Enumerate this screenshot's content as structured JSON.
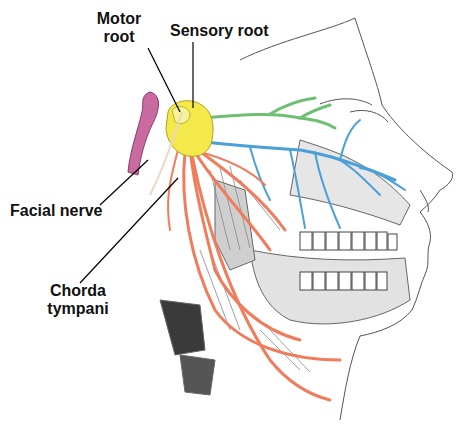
{
  "diagram": {
    "labels": [
      "Motor root",
      "Sensory root",
      "Facial nerve",
      "Chorda tympani"
    ]
  }
}
